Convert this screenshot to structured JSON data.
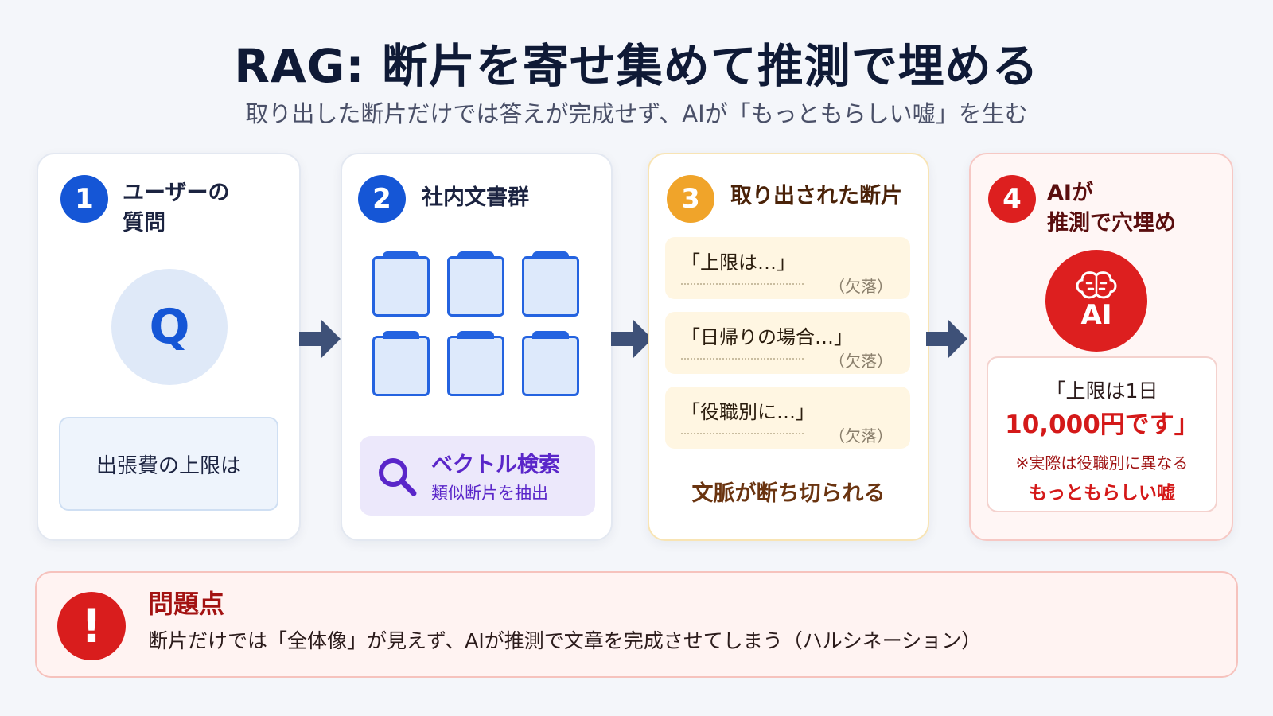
{
  "title": "RAG: 断片を寄せ集めて推測で埋める",
  "subtitle": "取り出した断片だけでは答えが完成せず、AIが「もっともらしい嘘」を生む",
  "steps": [
    {
      "number": "1",
      "title_line1": "ユーザーの",
      "title_line2": "質問",
      "icon_letter": "Q",
      "question": "出張費の上限は"
    },
    {
      "number": "2",
      "title": "社内文書群",
      "search_label": "ベクトル検索",
      "search_sub": "類似断片を抽出"
    },
    {
      "number": "3",
      "title": "取り出された断片",
      "fragments": [
        {
          "text": "「上限は…」",
          "missing": "（欠落）"
        },
        {
          "text": "「日帰りの場合…」",
          "missing": "（欠落）"
        },
        {
          "text": "「役職別に…」",
          "missing": "（欠落）"
        }
      ],
      "footer": "文脈が断ち切られる"
    },
    {
      "number": "4",
      "title_line1": "AIが",
      "title_line2": "推測で穴埋め",
      "icon_label": "AI",
      "answer_line1": "「上限は1日",
      "answer_line2": "10,000円です」",
      "note": "※実際は役職別に異なる",
      "lie": "もっともらしい嘘"
    }
  ],
  "problem": {
    "title": "問題点",
    "text": "断片だけでは「全体像」が見えず、AIが推測で文章を完成させてしまう（ハルシネーション）"
  },
  "colors": {
    "step1": "#1556d6",
    "step2": "#1556d6",
    "step3": "#f0a42a",
    "step4": "#dd1f1f",
    "arrow": "#3e5178",
    "search": "#5a26c9"
  }
}
